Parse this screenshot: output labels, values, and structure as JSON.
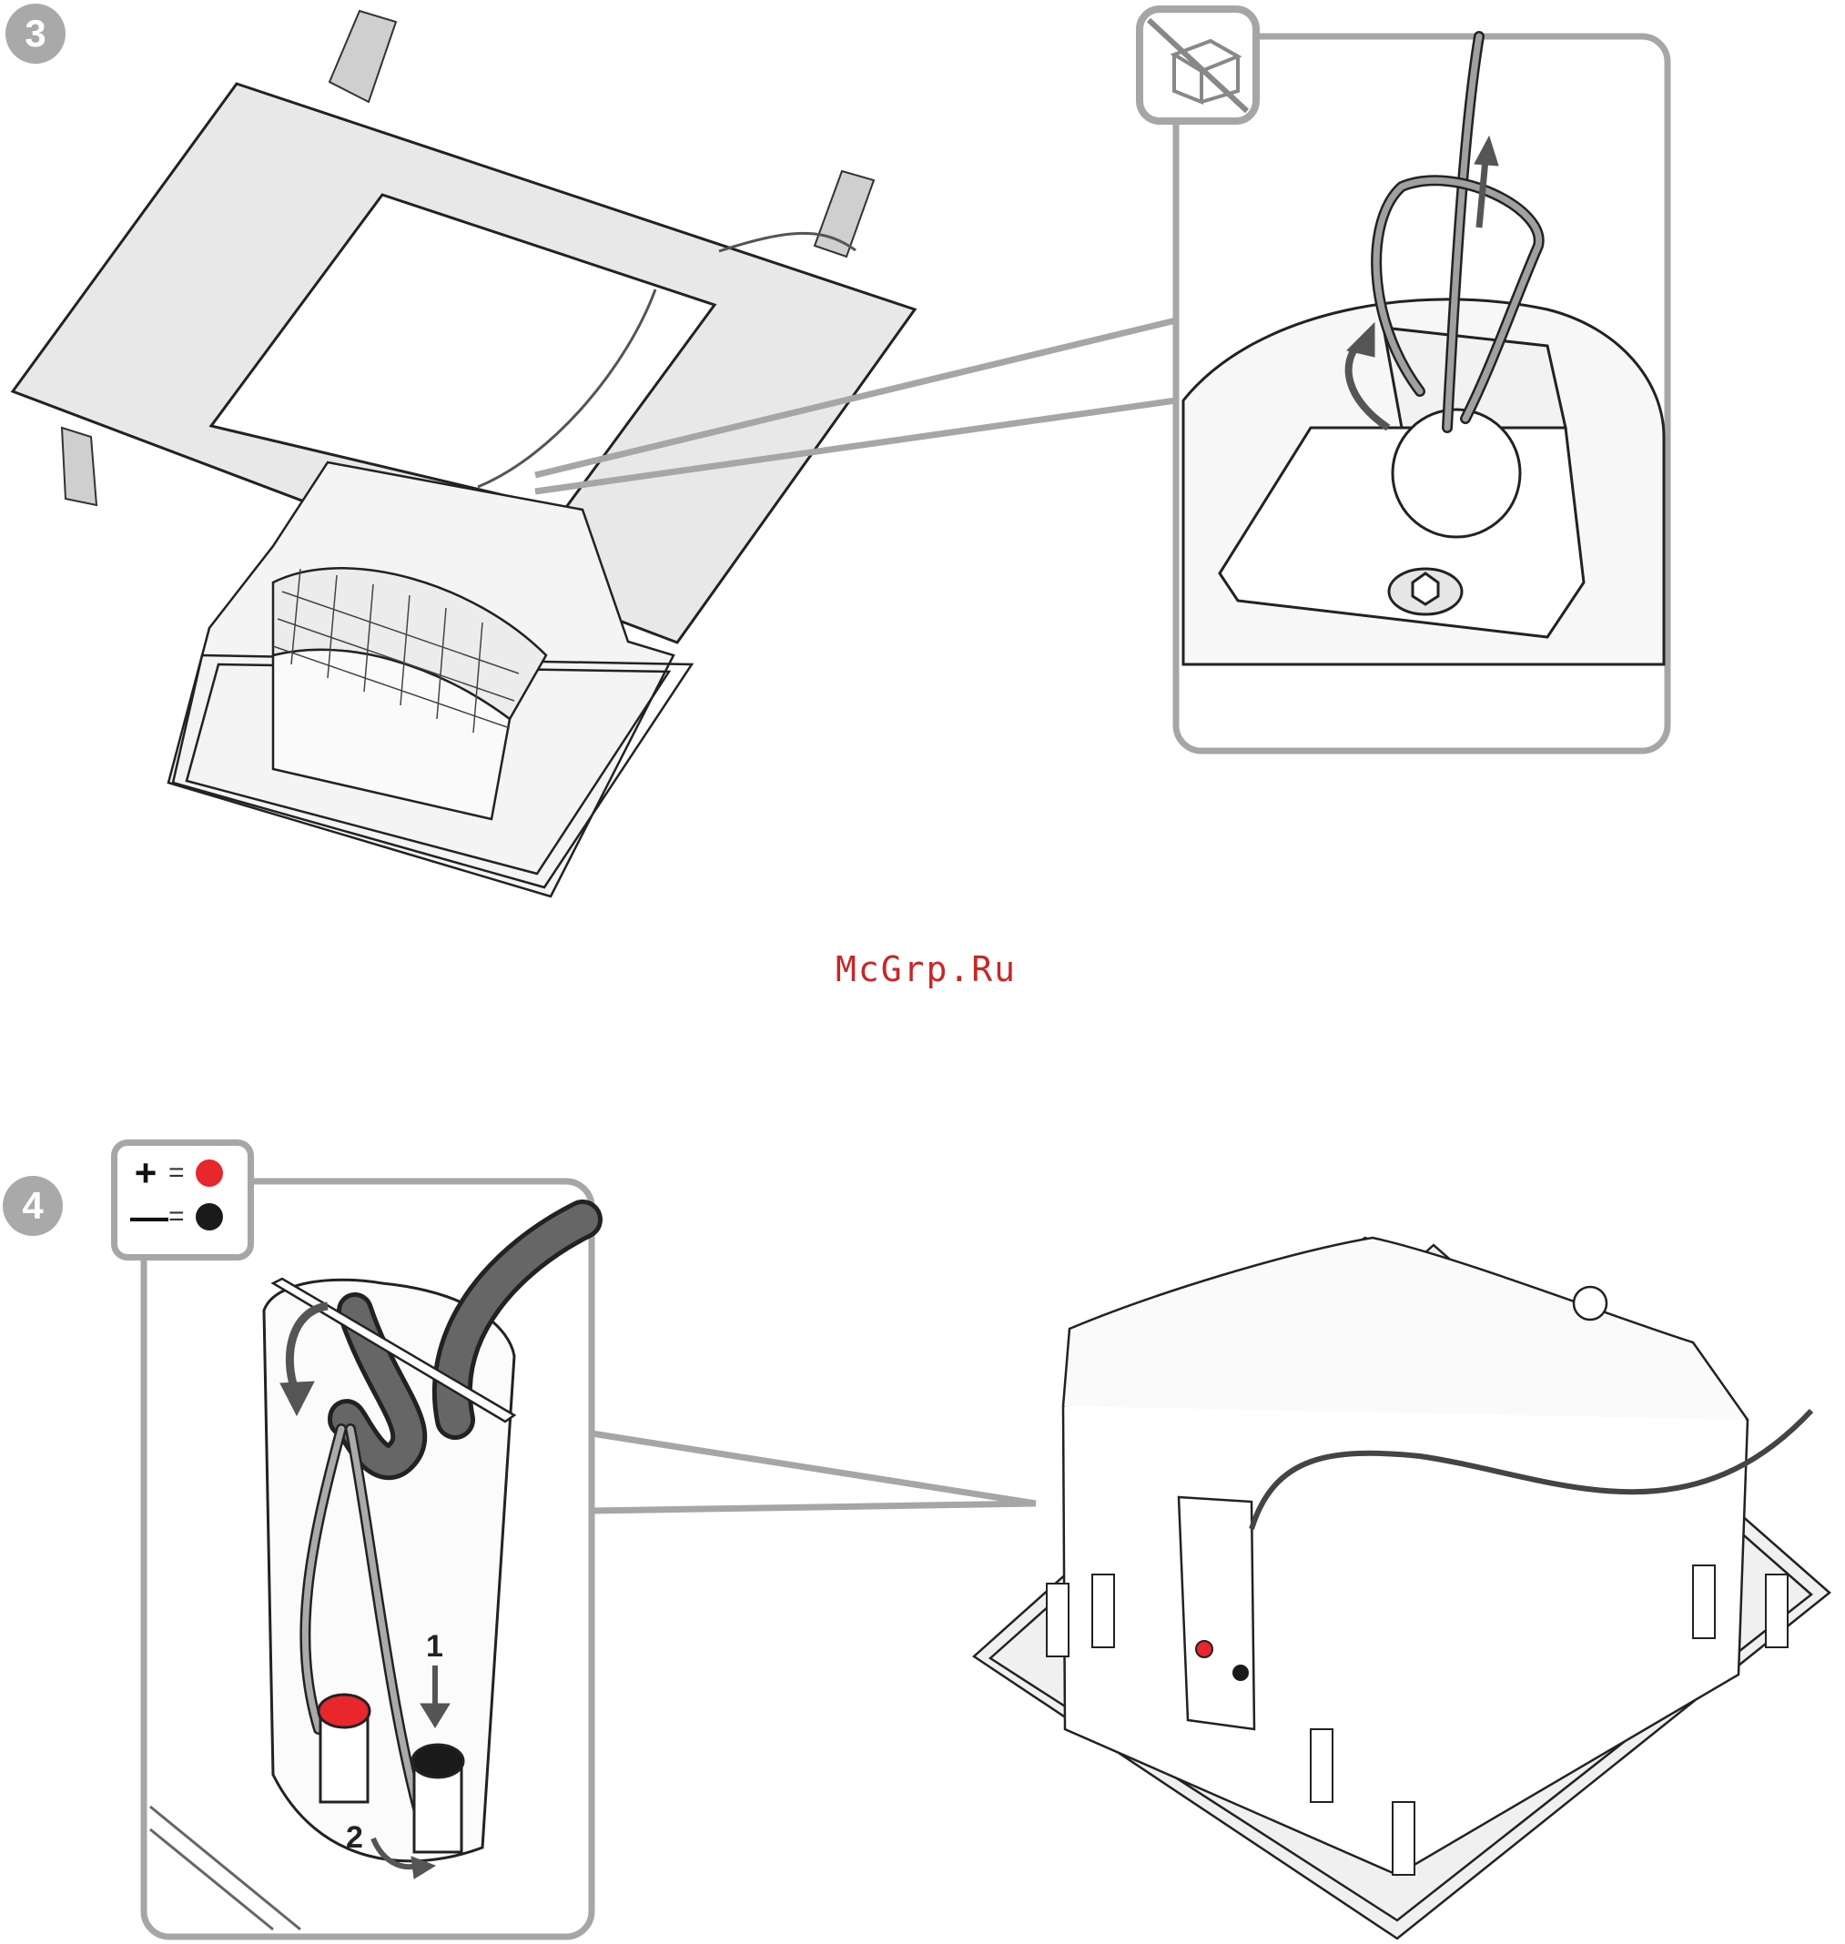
{
  "steps": [
    {
      "number": "3"
    },
    {
      "number": "4"
    }
  ],
  "watermark": "McGrp.Ru",
  "polarity_legend": {
    "positive": {
      "symbol": "+",
      "equals": "=",
      "color": "#e8262b"
    },
    "negative": {
      "symbol": "—",
      "equals": "=",
      "color": "#1a1a1a"
    }
  },
  "wiring_steps": {
    "first": "1",
    "second": "2"
  },
  "colors": {
    "callout_frame": "#a6a6a6",
    "red_terminal": "#e8262b",
    "black_terminal": "#1a1a1a"
  }
}
